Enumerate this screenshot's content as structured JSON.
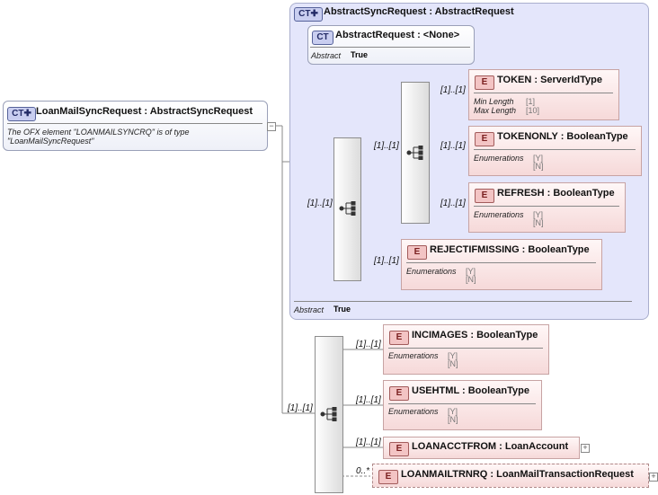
{
  "root": {
    "badge": "CT",
    "title": "LoanMailSyncRequest : AbstractSyncRequest",
    "doc": [
      "The OFX element \"LOANMAILSYNCRQ\" is of type",
      "\"LoanMailSyncRequest\""
    ]
  },
  "abstract_sync": {
    "badge": "CT",
    "title": "AbstractSyncRequest : AbstractRequest",
    "footer_label": "Abstract",
    "footer_value": "True",
    "abstract_request": {
      "badge": "CT",
      "title": "AbstractRequest : <None>",
      "prop_label": "Abstract",
      "prop_value": "True"
    }
  },
  "elements": {
    "token": {
      "badge": "E",
      "title": "TOKEN   : ServerIdType",
      "props": [
        {
          "label": "Min Length",
          "value": "[1]"
        },
        {
          "label": "Max Length",
          "value": "[10]"
        }
      ]
    },
    "tokenonly": {
      "badge": "E",
      "title": "TOKENONLY : BooleanType",
      "label": "Enumerations",
      "values": [
        "[Y]",
        "[N]"
      ]
    },
    "refresh": {
      "badge": "E",
      "title": "REFRESH : BooleanType",
      "label": "Enumerations",
      "values": [
        "[Y]",
        "[N]"
      ]
    },
    "rejectifmissing": {
      "badge": "E",
      "title": "REJECTIFMISSING : BooleanType",
      "label": "Enumerations",
      "values": [
        "[Y]",
        "[N]"
      ]
    },
    "incimages": {
      "badge": "E",
      "title": "INCIMAGES : BooleanType",
      "label": "Enumerations",
      "values": [
        "[Y]",
        "[N]"
      ]
    },
    "usehtml": {
      "badge": "E",
      "title": "USEHTML : BooleanType",
      "label": "Enumerations",
      "values": [
        "[Y]",
        "[N]"
      ]
    },
    "loanacctfrom": {
      "badge": "E",
      "title": "LOANACCTFROM : LoanAccount"
    },
    "loanmailtrnrq": {
      "badge": "E",
      "title": "LOANMAILTRNRQ : LoanMailTransactionRequest"
    }
  },
  "cardinalities": {
    "token": "[1]..[1]",
    "tokenonly": "[1]..[1]",
    "refresh": "[1]..[1]",
    "inner_seq": "[1]..[1]",
    "rejectifmissing": "[1]..[1]",
    "outer_seq": "[1]..[1]",
    "incimages": "[1]..[1]",
    "usehtml": "[1]..[1]",
    "loanacctfrom": "[1]..[1]",
    "loanmailtrnrq": "0..*",
    "main_seq": "[1]..[1]"
  }
}
